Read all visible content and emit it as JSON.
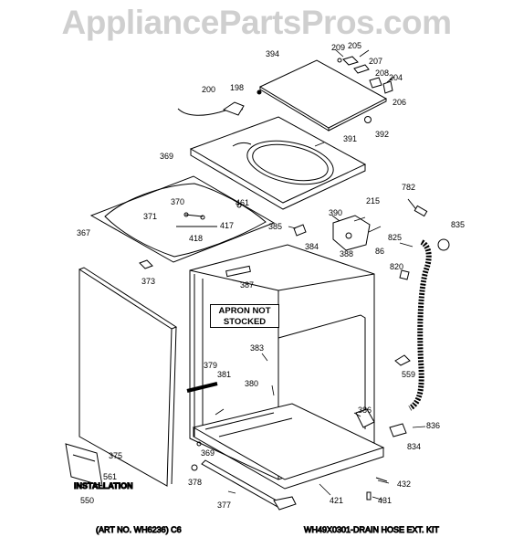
{
  "watermark": "AppliancePartsPros.com",
  "note_box": {
    "line1": "APRON NOT",
    "line2": "STOCKED"
  },
  "parts": [
    {
      "id": "p205",
      "label": "205"
    },
    {
      "id": "p209",
      "label": "209"
    },
    {
      "id": "p207",
      "label": "207"
    },
    {
      "id": "p208",
      "label": "208"
    },
    {
      "id": "p204",
      "label": "204"
    },
    {
      "id": "p206",
      "label": "206"
    },
    {
      "id": "p394",
      "label": "394"
    },
    {
      "id": "p198",
      "label": "198"
    },
    {
      "id": "p200",
      "label": "200"
    },
    {
      "id": "p392",
      "label": "392"
    },
    {
      "id": "p391",
      "label": "391"
    },
    {
      "id": "p369a",
      "label": "369"
    },
    {
      "id": "p782",
      "label": "782"
    },
    {
      "id": "p215",
      "label": "215"
    },
    {
      "id": "p370",
      "label": "370"
    },
    {
      "id": "p461",
      "label": "461"
    },
    {
      "id": "p835",
      "label": "835"
    },
    {
      "id": "p371",
      "label": "371"
    },
    {
      "id": "p417",
      "label": "417"
    },
    {
      "id": "p385",
      "label": "385"
    },
    {
      "id": "p390",
      "label": "390"
    },
    {
      "id": "p367",
      "label": "367"
    },
    {
      "id": "p418",
      "label": "418"
    },
    {
      "id": "p825",
      "label": "825"
    },
    {
      "id": "p384",
      "label": "384"
    },
    {
      "id": "p388",
      "label": "388"
    },
    {
      "id": "p86",
      "label": "86"
    },
    {
      "id": "p820",
      "label": "820"
    },
    {
      "id": "p373",
      "label": "373"
    },
    {
      "id": "p387",
      "label": "387"
    },
    {
      "id": "p383",
      "label": "383"
    },
    {
      "id": "p379",
      "label": "379"
    },
    {
      "id": "p381",
      "label": "381"
    },
    {
      "id": "p559",
      "label": "559"
    },
    {
      "id": "p380",
      "label": "380"
    },
    {
      "id": "p386",
      "label": "386"
    },
    {
      "id": "p836",
      "label": "836"
    },
    {
      "id": "p834",
      "label": "834"
    },
    {
      "id": "p375",
      "label": "375"
    },
    {
      "id": "p369b",
      "label": "369"
    },
    {
      "id": "p378",
      "label": "378"
    },
    {
      "id": "p561",
      "label": "561"
    },
    {
      "id": "p432",
      "label": "432"
    },
    {
      "id": "p550",
      "label": "550"
    },
    {
      "id": "p377",
      "label": "377"
    },
    {
      "id": "p421",
      "label": "421"
    },
    {
      "id": "p431",
      "label": "431"
    }
  ],
  "installation_label": "INSTALLATION",
  "art_no": "(ART NO. WH6236) C6",
  "kit_note": "WH49X0301-DRAIN HOSE EXT. KIT"
}
